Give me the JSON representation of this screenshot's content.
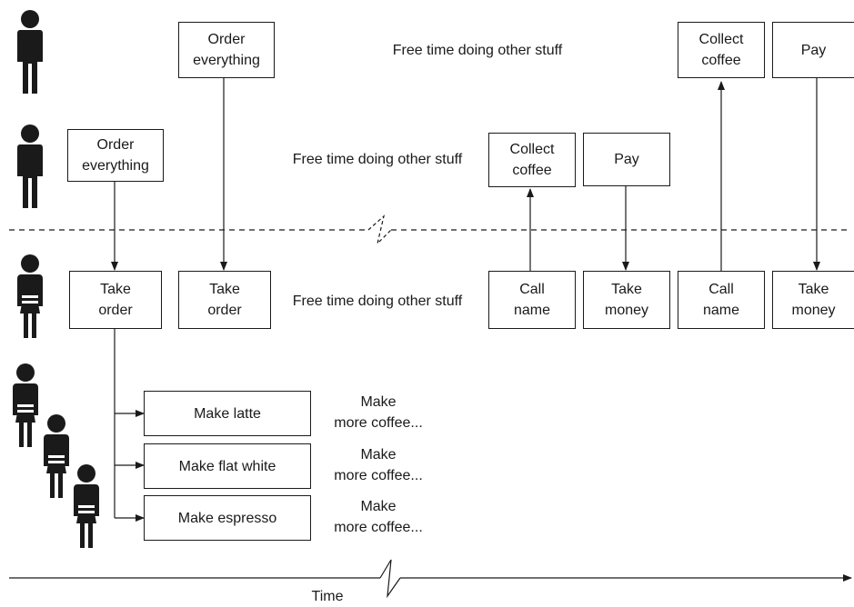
{
  "colors": {
    "ink": "#1a1a1a",
    "background": "#ffffff"
  },
  "customer_top": {
    "order_box": "Order\neverything",
    "free_time": "Free time doing other stuff",
    "collect_box": "Collect\ncoffee",
    "pay_box": "Pay"
  },
  "customer_second": {
    "order_box": "Order\neverything",
    "free_time": "Free time doing other stuff",
    "collect_box": "Collect\ncoffee",
    "pay_box": "Pay"
  },
  "cashier": {
    "take_order_1": "Take\norder",
    "take_order_2": "Take\norder",
    "free_time": "Free time doing other stuff",
    "call_name_1": "Call\nname",
    "take_money_1": "Take\nmoney",
    "call_name_2": "Call\nname",
    "take_money_2": "Take\nmoney"
  },
  "baristas": {
    "make_latte": "Make latte",
    "make_flat_white": "Make flat white",
    "make_espresso": "Make espresso",
    "more_1": "Make\nmore coffee...",
    "more_2": "Make\nmore coffee...",
    "more_3": "Make\nmore coffee..."
  },
  "timeline": {
    "label": "Time"
  },
  "icons": {
    "customer": "person-icon",
    "staff": "barista-icon"
  }
}
